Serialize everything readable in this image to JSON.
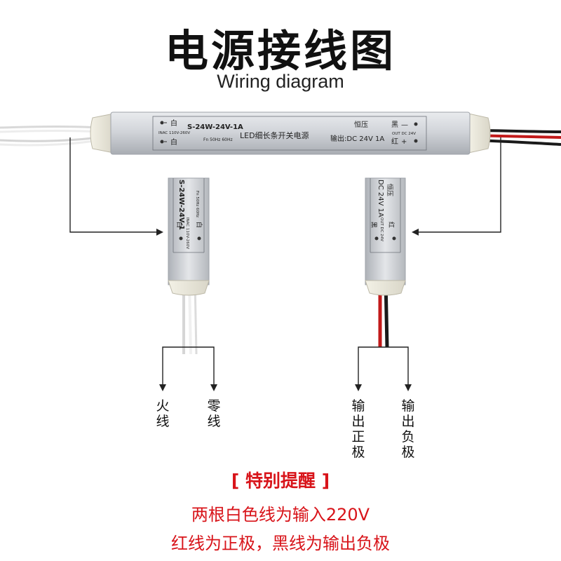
{
  "header": {
    "title": "电源接线图",
    "subtitle": "Wiring diagram"
  },
  "device": {
    "model": "S-24W-24V-1A",
    "name": "LED细长条开关电源",
    "input_voltage": "INAC 110V-260V",
    "frequency": "Fn 50Hz 60Hz",
    "in_wire_label_top": "白",
    "in_wire_label_bottom": "白",
    "constant_voltage": "恒压",
    "output": "输出:DC 24V 1A",
    "out_black": "黑",
    "out_red": "红",
    "out_dc": "OUT DC 24V",
    "minus_sign": "—",
    "plus_sign": "+",
    "side_left_model": "S-24W-24V-1",
    "side_left_in": "INAC 110V-260V",
    "side_left_freq": "Fn 50Hz 60Hz",
    "side_right_output": "DC 24V 1A",
    "side_right_cv": "恒压",
    "side_right_out": "OUT DC 24V"
  },
  "wire_labels": {
    "live": "火线",
    "neutral": "零线",
    "positive": "输出正极",
    "negative": "输出负极"
  },
  "notice": {
    "heading": "[ 特别提醒 ]",
    "line1": "两根白色线为输入220V",
    "line2": "红线为正极，黑线为输出负极"
  },
  "colors": {
    "notice_red": "#d8141a",
    "body_silver": "#c9ccd1",
    "wire_red": "#c21a1a",
    "wire_black": "#1a1a1a",
    "wire_white": "#e8e8e8"
  }
}
